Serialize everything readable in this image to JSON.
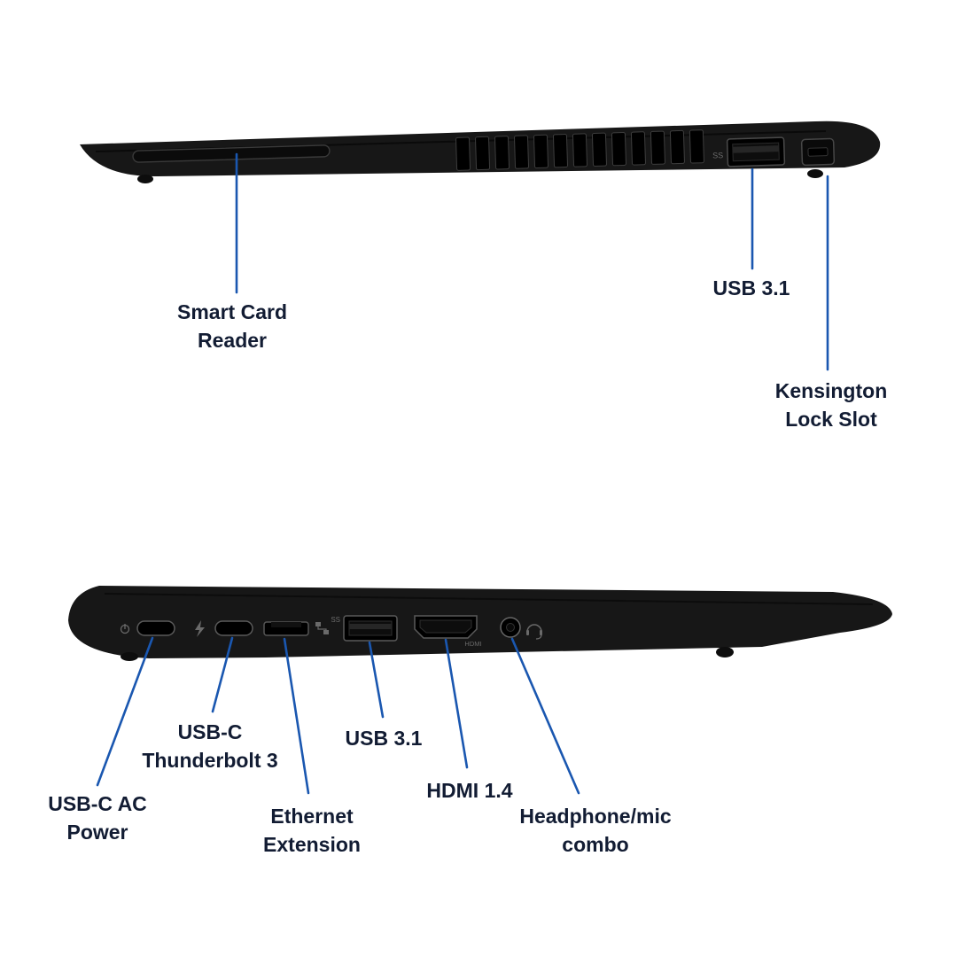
{
  "colors": {
    "background": "#ffffff",
    "callout_line": "#1a57b0",
    "label_text": "#121c33",
    "laptop_body": "#171717"
  },
  "top_view": {
    "name": "laptop-right-side-view",
    "labels": {
      "smart_card": {
        "line1": "Smart Card",
        "line2": "Reader"
      },
      "usb": {
        "line1": "USB 3.1"
      },
      "kensington": {
        "line1": "Kensington",
        "line2": "Lock Slot"
      }
    },
    "marks": {
      "usb_ss": "SS"
    }
  },
  "bottom_view": {
    "name": "laptop-left-side-view",
    "labels": {
      "usbc_power": {
        "line1": "USB-C AC",
        "line2": "Power"
      },
      "thunderbolt": {
        "line1": "USB-C",
        "line2": "Thunderbolt 3"
      },
      "ethernet": {
        "line1": "Ethernet",
        "line2": "Extension"
      },
      "usb": {
        "line1": "USB 3.1"
      },
      "hdmi": {
        "line1": "HDMI 1.4"
      },
      "headphone": {
        "line1": "Headphone/mic",
        "line2": "combo"
      }
    },
    "marks": {
      "usb_ss": "SS",
      "hdmi": "HDMI"
    }
  }
}
